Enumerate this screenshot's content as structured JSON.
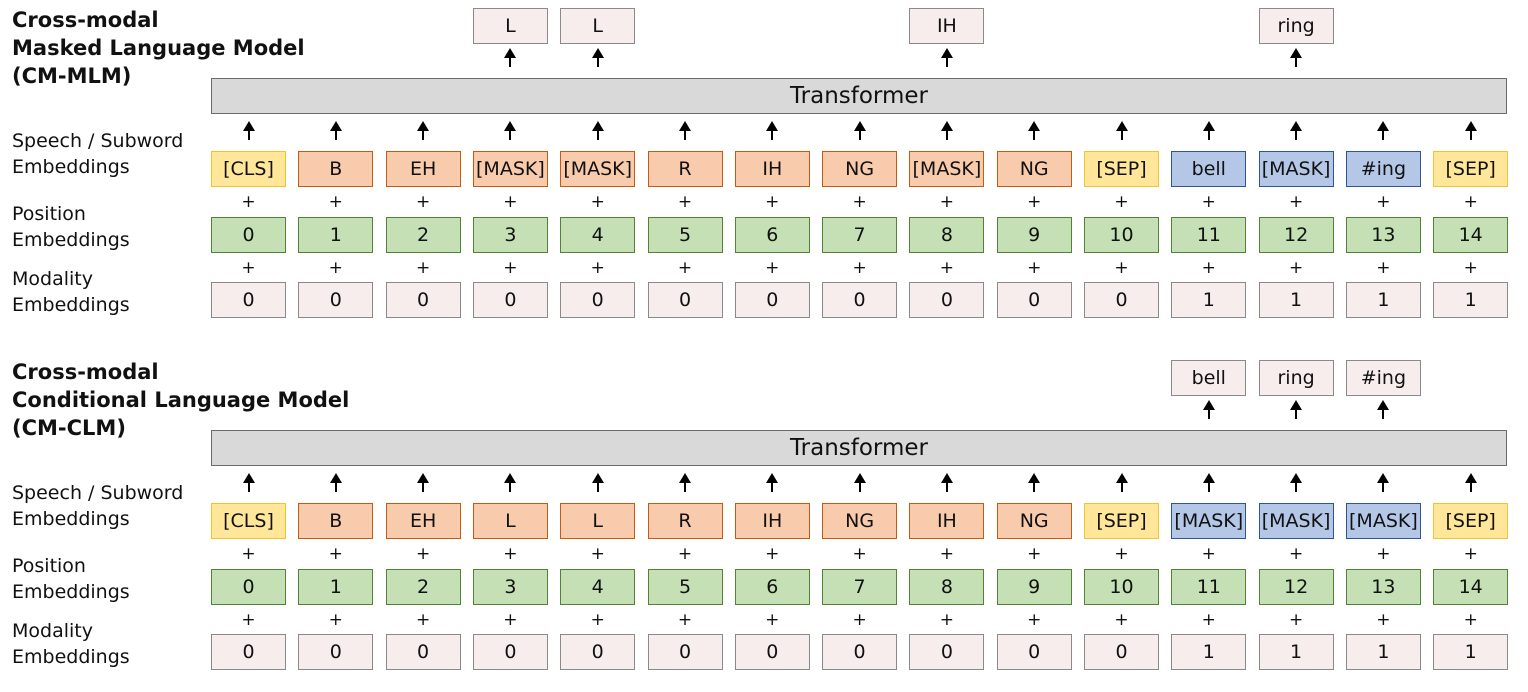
{
  "panels": [
    {
      "id": "cm-mlm",
      "title_lines": [
        "Cross-modal",
        "Masked Language Model",
        "(CM-MLM)"
      ],
      "transformer_label": "Transformer",
      "row_labels": {
        "speech": [
          "Speech / Subword",
          "Embeddings"
        ],
        "position": [
          "Position",
          "Embeddings"
        ],
        "modality": [
          "Modality",
          "Embeddings"
        ]
      },
      "outputs": [
        "",
        "",
        "",
        "L",
        "L",
        "",
        "",
        "",
        "IH",
        "",
        "",
        "",
        "ring",
        "",
        ""
      ],
      "tokens": [
        {
          "text": "[CLS]",
          "kind": "special"
        },
        {
          "text": "B",
          "kind": "phone"
        },
        {
          "text": "EH",
          "kind": "phone"
        },
        {
          "text": "[MASK]",
          "kind": "phone"
        },
        {
          "text": "[MASK]",
          "kind": "phone"
        },
        {
          "text": "R",
          "kind": "phone"
        },
        {
          "text": "IH",
          "kind": "phone"
        },
        {
          "text": "NG",
          "kind": "phone"
        },
        {
          "text": "[MASK]",
          "kind": "phone"
        },
        {
          "text": "NG",
          "kind": "phone"
        },
        {
          "text": "[SEP]",
          "kind": "special"
        },
        {
          "text": "bell",
          "kind": "word"
        },
        {
          "text": "[MASK]",
          "kind": "word"
        },
        {
          "text": "#ing",
          "kind": "word"
        },
        {
          "text": "[SEP]",
          "kind": "special"
        }
      ],
      "positions": [
        "0",
        "1",
        "2",
        "3",
        "4",
        "5",
        "6",
        "7",
        "8",
        "9",
        "10",
        "11",
        "12",
        "13",
        "14"
      ],
      "modalities": [
        "0",
        "0",
        "0",
        "0",
        "0",
        "0",
        "0",
        "0",
        "0",
        "0",
        "0",
        "1",
        "1",
        "1",
        "1"
      ]
    },
    {
      "id": "cm-clm",
      "title_lines": [
        "Cross-modal",
        "Conditional Language Model",
        "(CM-CLM)"
      ],
      "transformer_label": "Transformer",
      "row_labels": {
        "speech": [
          "Speech / Subword",
          "Embeddings"
        ],
        "position": [
          "Position",
          "Embeddings"
        ],
        "modality": [
          "Modality",
          "Embeddings"
        ]
      },
      "outputs": [
        "",
        "",
        "",
        "",
        "",
        "",
        "",
        "",
        "",
        "",
        "",
        "bell",
        "ring",
        "#ing",
        ""
      ],
      "tokens": [
        {
          "text": "[CLS]",
          "kind": "special"
        },
        {
          "text": "B",
          "kind": "phone"
        },
        {
          "text": "EH",
          "kind": "phone"
        },
        {
          "text": "L",
          "kind": "phone"
        },
        {
          "text": "L",
          "kind": "phone"
        },
        {
          "text": "R",
          "kind": "phone"
        },
        {
          "text": "IH",
          "kind": "phone"
        },
        {
          "text": "NG",
          "kind": "phone"
        },
        {
          "text": "IH",
          "kind": "phone"
        },
        {
          "text": "NG",
          "kind": "phone"
        },
        {
          "text": "[SEP]",
          "kind": "special"
        },
        {
          "text": "[MASK]",
          "kind": "word"
        },
        {
          "text": "[MASK]",
          "kind": "word"
        },
        {
          "text": "[MASK]",
          "kind": "word"
        },
        {
          "text": "[SEP]",
          "kind": "special"
        }
      ],
      "positions": [
        "0",
        "1",
        "2",
        "3",
        "4",
        "5",
        "6",
        "7",
        "8",
        "9",
        "10",
        "11",
        "12",
        "13",
        "14"
      ],
      "modalities": [
        "0",
        "0",
        "0",
        "0",
        "0",
        "0",
        "0",
        "0",
        "0",
        "0",
        "0",
        "1",
        "1",
        "1",
        "1"
      ]
    }
  ],
  "colors": {
    "special_fill": "#ffe699",
    "phone_fill": "#f8cbad",
    "word_fill": "#b4c7e7",
    "position_fill": "#c5e0b4",
    "modality_fill": "#f8eded",
    "transformer_fill": "#d9d9d9"
  }
}
